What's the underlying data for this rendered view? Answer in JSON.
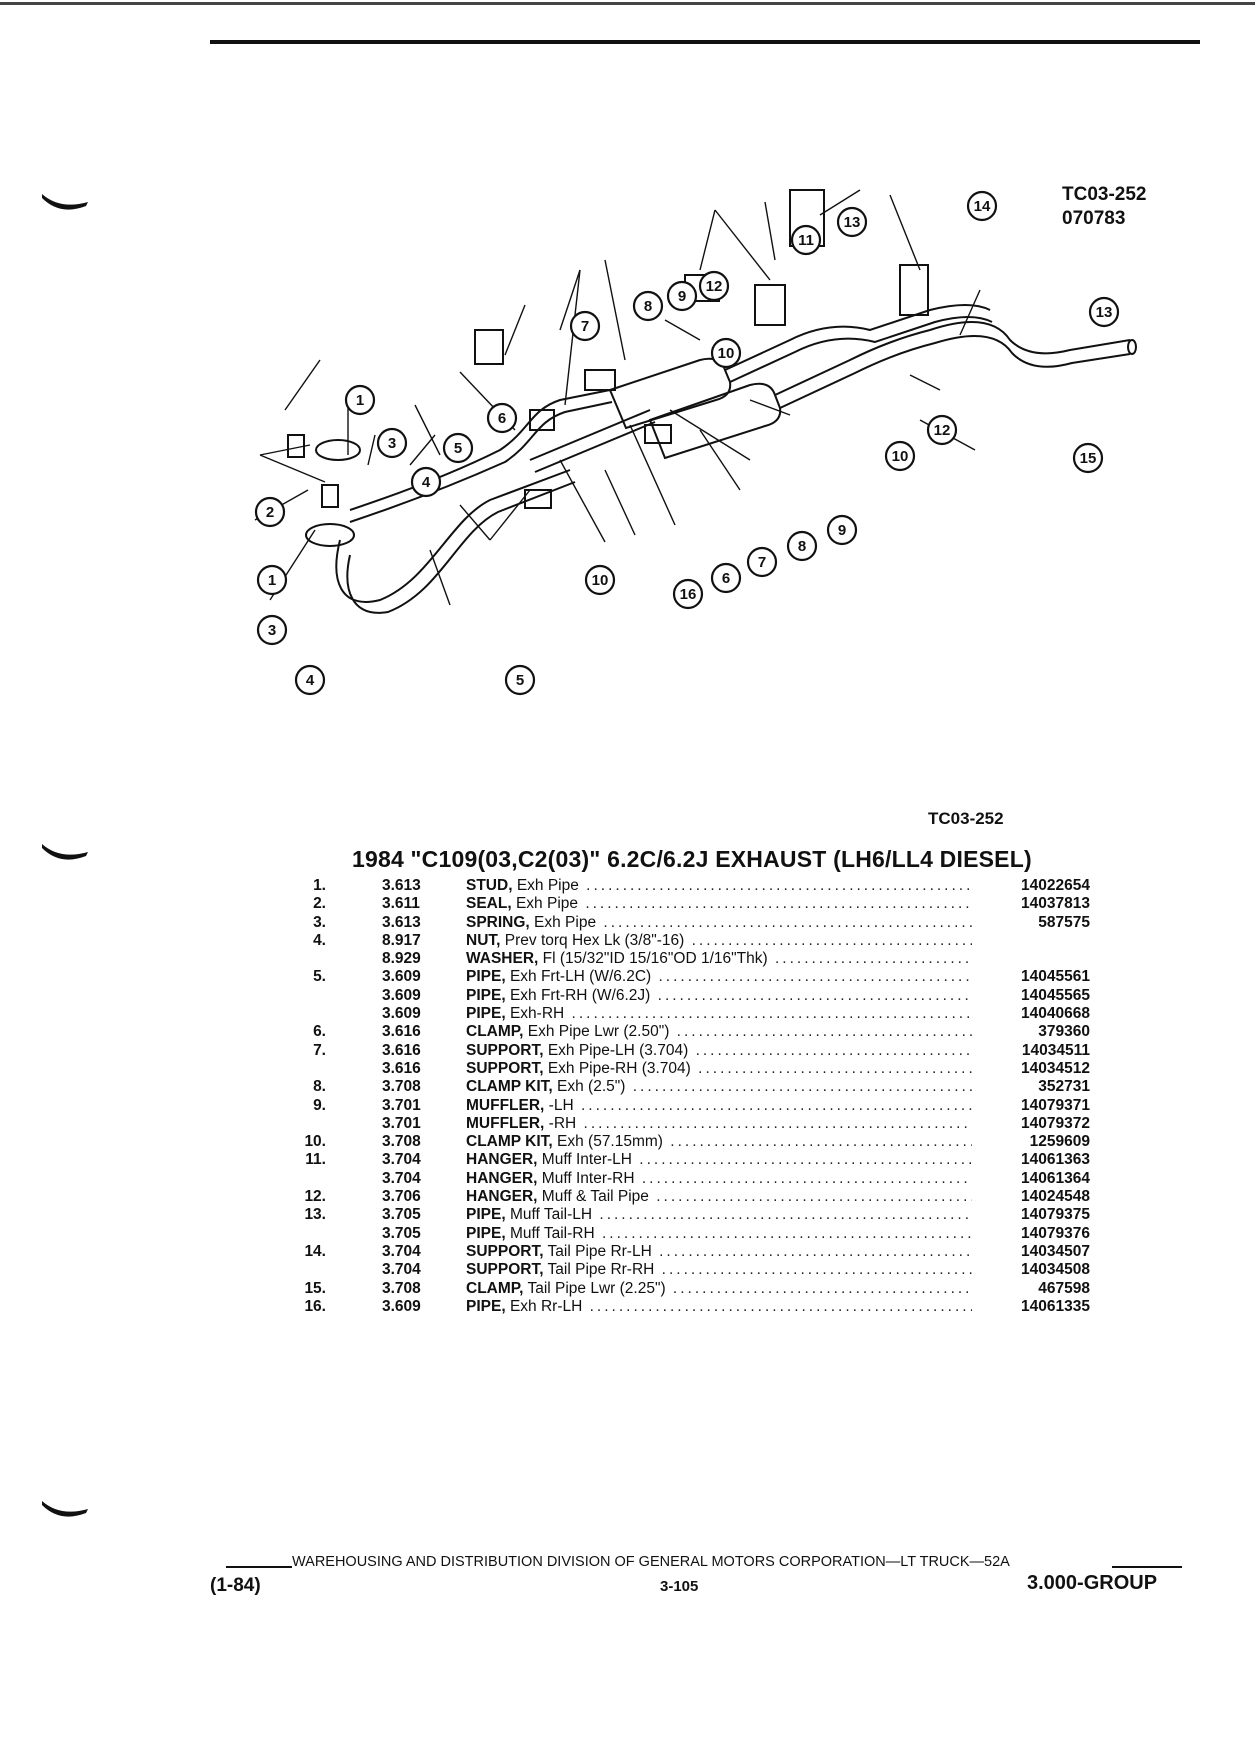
{
  "figure": {
    "code_top": "TC03-252",
    "date_code": "070783",
    "code_bottom": "TC03-252",
    "callouts": [
      "1",
      "2",
      "3",
      "4",
      "5",
      "6",
      "7",
      "8",
      "9",
      "10",
      "11",
      "12",
      "13",
      "14",
      "15",
      "16"
    ]
  },
  "title": "1984 \"C109(03,C2(03)\" 6.2C/6.2J EXHAUST (LH6/LL4 DIESEL)",
  "parts": [
    {
      "num": "1.",
      "group": "3.613",
      "name": "STUD,",
      "desc": "Exh Pipe",
      "part": "14022654"
    },
    {
      "num": "2.",
      "group": "3.611",
      "name": "SEAL,",
      "desc": "Exh Pipe",
      "part": "14037813"
    },
    {
      "num": "3.",
      "group": "3.613",
      "name": "SPRING,",
      "desc": "Exh Pipe",
      "part": "587575"
    },
    {
      "num": "4.",
      "group": "8.917",
      "name": "NUT,",
      "desc": "Prev torq Hex Lk (3/8\"-16)",
      "part": ""
    },
    {
      "num": "",
      "group": "8.929",
      "name": "WASHER,",
      "desc": "Fl (15/32\"ID 15/16\"OD 1/16\"Thk)",
      "part": ""
    },
    {
      "num": "5.",
      "group": "3.609",
      "name": "PIPE,",
      "desc": "Exh Frt-LH (W/6.2C)",
      "part": "14045561"
    },
    {
      "num": "",
      "group": "3.609",
      "name": "PIPE,",
      "desc": "Exh Frt-RH (W/6.2J)",
      "part": "14045565"
    },
    {
      "num": "",
      "group": "3.609",
      "name": "PIPE,",
      "desc": "Exh-RH",
      "part": "14040668"
    },
    {
      "num": "6.",
      "group": "3.616",
      "name": "CLAMP,",
      "desc": "Exh Pipe Lwr (2.50\")",
      "part": "379360"
    },
    {
      "num": "7.",
      "group": "3.616",
      "name": "SUPPORT,",
      "desc": "Exh Pipe-LH (3.704)",
      "part": "14034511"
    },
    {
      "num": "",
      "group": "3.616",
      "name": "SUPPORT,",
      "desc": "Exh Pipe-RH (3.704)",
      "part": "14034512"
    },
    {
      "num": "8.",
      "group": "3.708",
      "name": "CLAMP KIT,",
      "desc": "Exh (2.5\")",
      "part": "352731"
    },
    {
      "num": "9.",
      "group": "3.701",
      "name": "MUFFLER,",
      "desc": "-LH",
      "part": "14079371"
    },
    {
      "num": "",
      "group": "3.701",
      "name": "MUFFLER,",
      "desc": "-RH",
      "part": "14079372"
    },
    {
      "num": "10.",
      "group": "3.708",
      "name": "CLAMP KIT,",
      "desc": "Exh (57.15mm)",
      "part": "1259609"
    },
    {
      "num": "11.",
      "group": "3.704",
      "name": "HANGER,",
      "desc": "Muff Inter-LH",
      "part": "14061363"
    },
    {
      "num": "",
      "group": "3.704",
      "name": "HANGER,",
      "desc": "Muff Inter-RH",
      "part": "14061364"
    },
    {
      "num": "12.",
      "group": "3.706",
      "name": "HANGER,",
      "desc": "Muff & Tail Pipe",
      "part": "14024548"
    },
    {
      "num": "13.",
      "group": "3.705",
      "name": "PIPE,",
      "desc": "Muff Tail-LH",
      "part": "14079375"
    },
    {
      "num": "",
      "group": "3.705",
      "name": "PIPE,",
      "desc": "Muff Tail-RH",
      "part": "14079376"
    },
    {
      "num": "14.",
      "group": "3.704",
      "name": "SUPPORT,",
      "desc": "Tail Pipe Rr-LH",
      "part": "14034507"
    },
    {
      "num": "",
      "group": "3.704",
      "name": "SUPPORT,",
      "desc": "Tail Pipe Rr-RH",
      "part": "14034508"
    },
    {
      "num": "15.",
      "group": "3.708",
      "name": "CLAMP,",
      "desc": "Tail Pipe Lwr (2.25\")",
      "part": "467598"
    },
    {
      "num": "16.",
      "group": "3.609",
      "name": "PIPE,",
      "desc": "Exh Rr-LH",
      "part": "14061335"
    }
  ],
  "footer": {
    "division": "WAREHOUSING AND DISTRIBUTION  DIVISION OF GENERAL MOTORS CORPORATION—LT TRUCK—52A",
    "date": "(1-84)",
    "page": "3-105",
    "group": "3.000-GROUP"
  }
}
